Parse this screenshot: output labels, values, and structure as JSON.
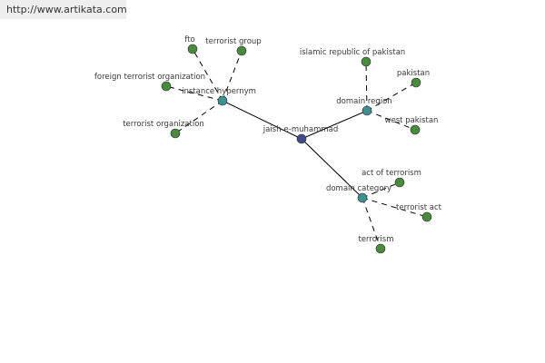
{
  "banner": {
    "url": "http://www.artikata.com"
  },
  "colors": {
    "root": "#3f4a8a",
    "relation": "#3e8f8f",
    "leaf": "#4a8a3e",
    "node_stroke": "#2a2a2a",
    "edge": "#000000"
  },
  "graph": {
    "root": "jaish-e-muhammad",
    "relations": [
      {
        "label": "instance hypernym",
        "leaves": [
          "fto",
          "terrorist group",
          "foreign terrorist organization",
          "terrorist organization"
        ]
      },
      {
        "label": "domain region",
        "leaves": [
          "islamic republic of pakistan",
          "pakistan",
          "west pakistan"
        ]
      },
      {
        "label": "domain category",
        "leaves": [
          "act of terrorism",
          "terrorist act",
          "terrorism"
        ]
      }
    ]
  }
}
